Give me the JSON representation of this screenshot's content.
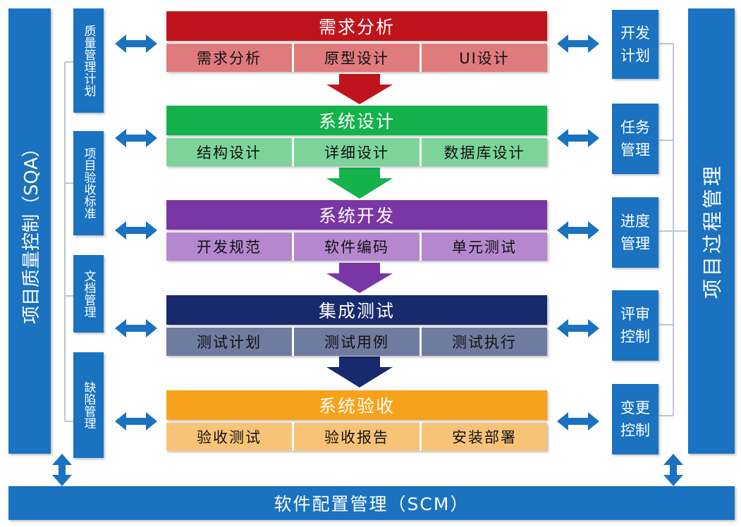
{
  "left_bar": {
    "label": "项目质量控制（SQA）"
  },
  "right_bar": {
    "label": "项目过程管理"
  },
  "bottom_bar": {
    "label": "软件配置管理（SCM）"
  },
  "left_items": [
    {
      "label": "质量管理计划"
    },
    {
      "label": "项目验收标准"
    },
    {
      "label": "文档管理"
    },
    {
      "label": "缺陷管理"
    }
  ],
  "right_items": [
    {
      "line1": "开发",
      "line2": "计划"
    },
    {
      "line1": "任务",
      "line2": "管理"
    },
    {
      "line1": "进度",
      "line2": "管理"
    },
    {
      "line1": "评审",
      "line2": "控制"
    },
    {
      "line1": "变更",
      "line2": "控制"
    }
  ],
  "phases": [
    {
      "title": "需求分析",
      "head_color": "#c0141c",
      "cell_color": "#e07a7d",
      "arrow_color": "#c0141c",
      "tasks": [
        "需求分析",
        "原型设计",
        "UI设计"
      ]
    },
    {
      "title": "系统设计",
      "head_color": "#14b24a",
      "cell_color": "#7dd49a",
      "arrow_color": "#14b24a",
      "tasks": [
        "结构设计",
        "详细设计",
        "数据库设计"
      ]
    },
    {
      "title": "系统开发",
      "head_color": "#7b36a6",
      "cell_color": "#b487cf",
      "arrow_color": "#7b36a6",
      "tasks": [
        "开发规范",
        "软件编码",
        "单元测试"
      ]
    },
    {
      "title": "集成测试",
      "head_color": "#172a6e",
      "cell_color": "#6f7b9f",
      "arrow_color": "#172a6e",
      "tasks": [
        "测试计划",
        "测试用例",
        "测试执行"
      ]
    },
    {
      "title": "系统验收",
      "head_color": "#f7a21b",
      "cell_color": "#f9c377",
      "arrow_color": "",
      "tasks": [
        "验收测试",
        "验收报告",
        "安装部署"
      ]
    }
  ]
}
